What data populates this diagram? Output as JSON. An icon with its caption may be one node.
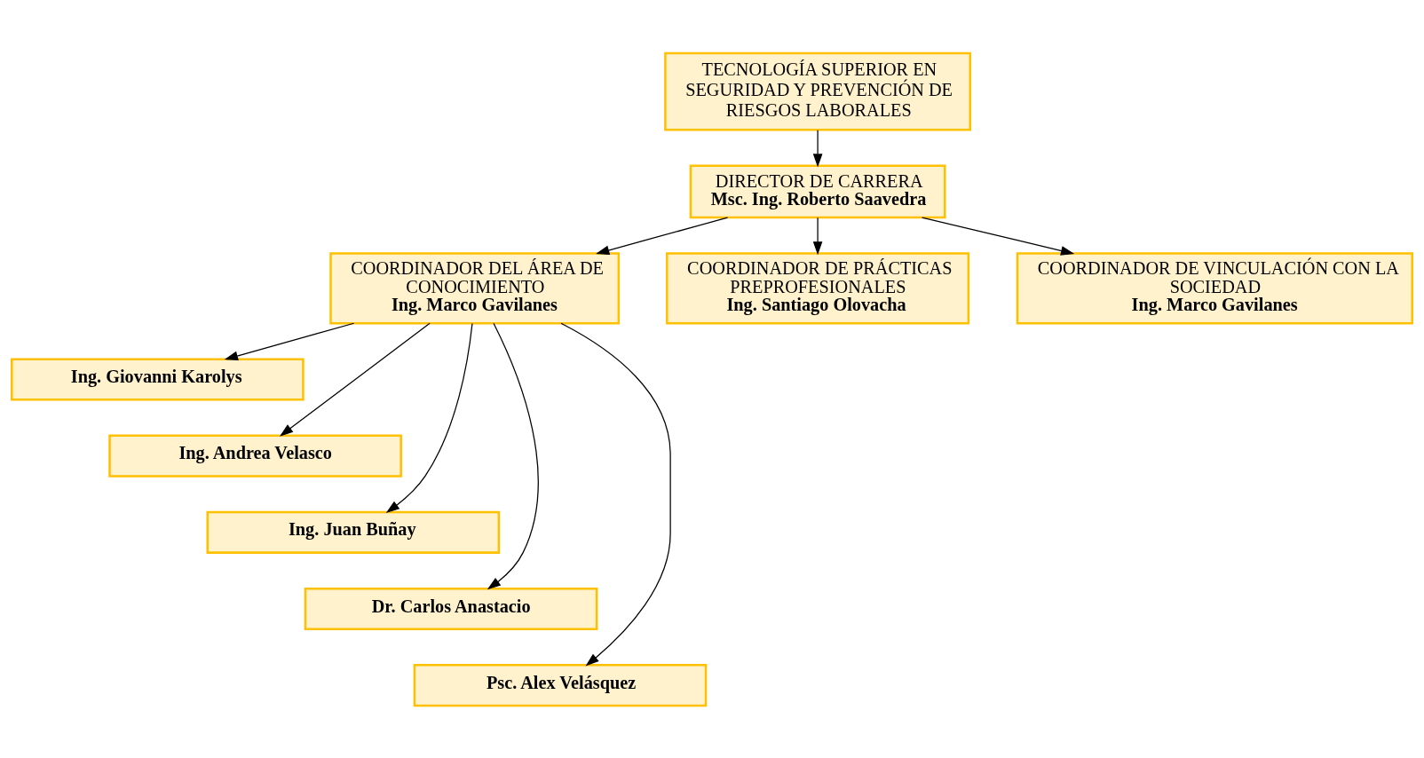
{
  "diagram": {
    "nodes": [
      {
        "text": [
          "TECNOLOGÍA SUPERIOR EN SEGURIDAD Y PREVENCIÓN DE RIESGOS LABORALES"
        ]
      },
      {
        "text": [
          "DIRECTOR DE CARRERA",
          "Msc. Ing. Roberto Saavedra"
        ]
      },
      {
        "text": [
          "COORDINADOR DEL ÁREA DE CONOCIMIENTO",
          "Ing. Marco Gavilanes"
        ]
      },
      {
        "text": [
          "COORDINADOR DE PRÁCTICAS PREPROFESIONALES",
          "Ing. Santiago Olovacha"
        ]
      },
      {
        "text": [
          "COORDINADOR DE VINCULACIÓN CON LA SOCIEDAD",
          "Ing. Marco Gavilanes"
        ]
      },
      {
        "text": [
          "Ing. Giovanni Karolys"
        ]
      },
      {
        "text": [
          "Ing. Andrea Velasco"
        ]
      },
      {
        "text": [
          "Ing. Juan Buñay"
        ]
      },
      {
        "text": [
          "Dr. Carlos Anastacio"
        ]
      },
      {
        "text": [
          "Psc. Alex Velásquez"
        ]
      }
    ],
    "edges": [
      {
        "from": 0,
        "to": 1,
        "arrow": "to"
      },
      {
        "from": 1,
        "to": 2,
        "arrow": "to"
      },
      {
        "from": 1,
        "to": 3,
        "arrow": "to"
      },
      {
        "from": 1,
        "to": 4,
        "arrow": "to"
      },
      {
        "from": 2,
        "to": 5,
        "arrow": "to"
      },
      {
        "from": 2,
        "to": 6,
        "arrow": "to"
      },
      {
        "from": 2,
        "to": 7,
        "arrow": "to"
      },
      {
        "from": 2,
        "to": 8,
        "arrow": "to"
      },
      {
        "from": 2,
        "to": 9,
        "arrow": "to"
      }
    ]
  }
}
